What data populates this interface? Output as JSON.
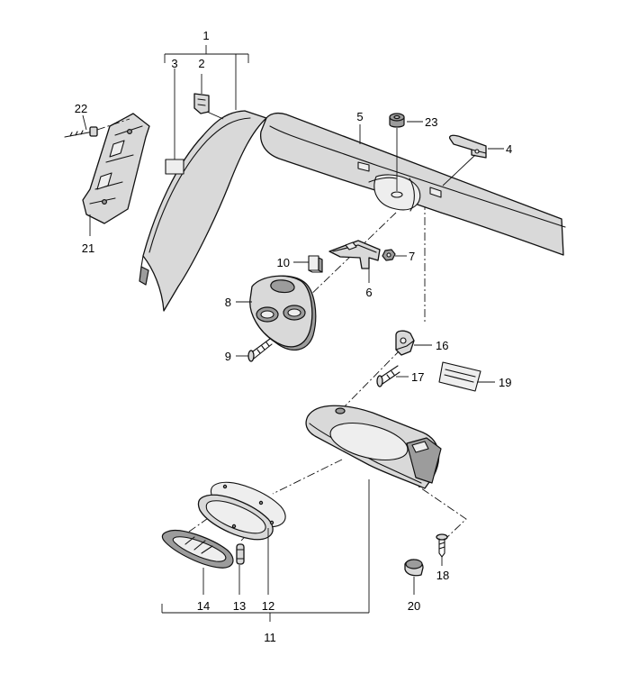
{
  "callouts": [
    "1",
    "2",
    "3",
    "4",
    "5",
    "6",
    "7",
    "8",
    "9",
    "10",
    "11",
    "12",
    "13",
    "14",
    "16",
    "17",
    "18",
    "19",
    "20",
    "21",
    "22",
    "23"
  ]
}
